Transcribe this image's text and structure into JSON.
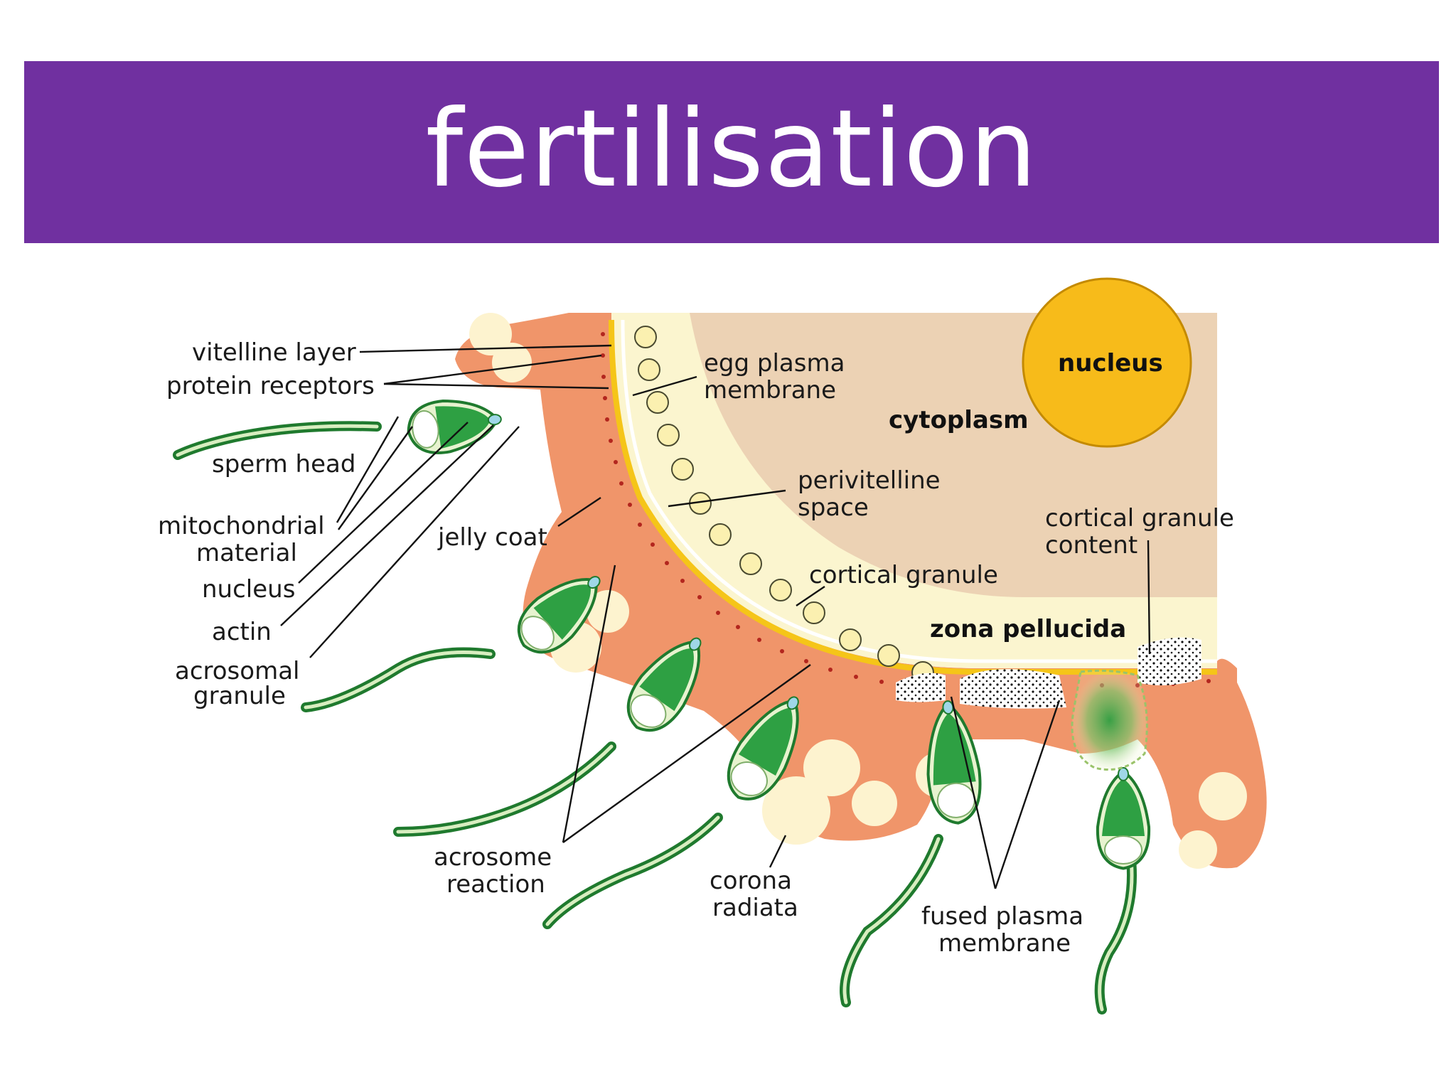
{
  "title": "fertilisation",
  "colors": {
    "title_bar": "#7030a0",
    "jelly_coat": "#f0956a",
    "corona_cell": "#fdf3cf",
    "cytoplasm": "#ecd2b4",
    "perivitelline": "#fbf5cf",
    "vitelline": "#f5c518",
    "nucleus": "#f7bb1a",
    "sperm_green": "#2ea043",
    "sperm_outline": "#1f7a2e",
    "protein_receptor": "#b3261e"
  },
  "labels": {
    "vitelline_layer": "vitelline layer",
    "protein_receptors": "protein receptors",
    "sperm_head": "sperm head",
    "mitochondrial_1": "mitochondrial",
    "mitochondrial_2": "material",
    "nucleus_left": "nucleus",
    "actin": "actin",
    "acrosomal_1": "acrosomal",
    "acrosomal_2": "granule",
    "jelly_coat": "jelly coat",
    "egg_plasma_1": "egg plasma",
    "egg_plasma_2": "membrane",
    "cytoplasm": "cytoplasm",
    "nucleus_egg": "nucleus",
    "perivitelline_1": "perivitelline",
    "perivitelline_2": "space",
    "cortical_content_1": "cortical granule",
    "cortical_content_2": "content",
    "cortical_granule": "cortical granule",
    "zona_pellucida": "zona pellucida",
    "acrosome_1": "acrosome",
    "acrosome_2": "reaction",
    "corona_1": "corona",
    "corona_2": "radiata",
    "fused_1": "fused plasma",
    "fused_2": "membrane"
  }
}
